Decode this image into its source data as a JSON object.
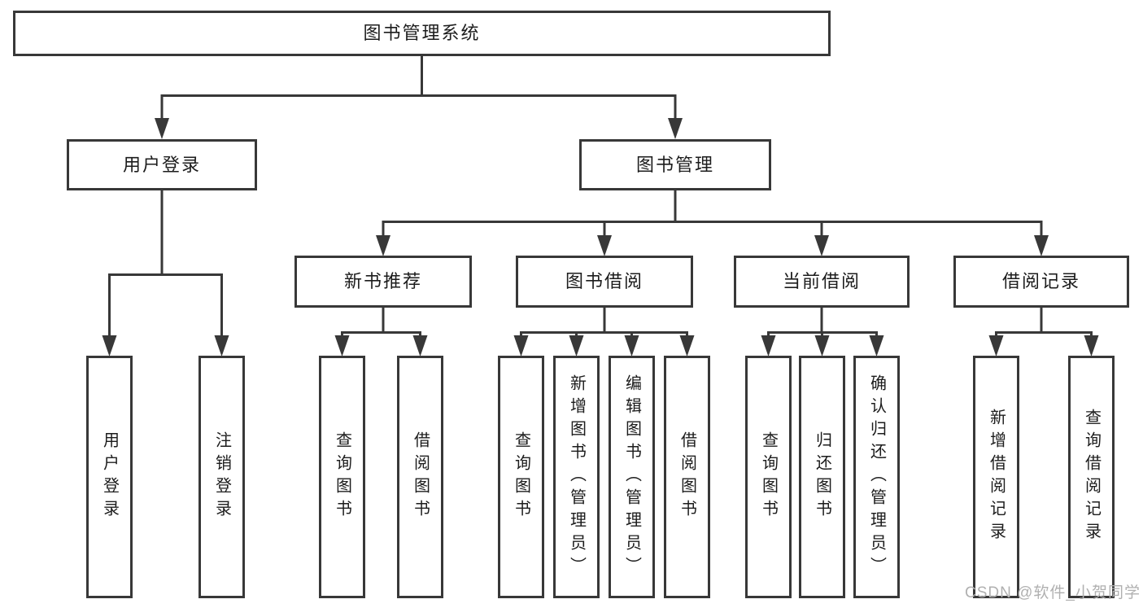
{
  "tree": {
    "label": "图书管理系统",
    "children": [
      {
        "label": "用户登录",
        "children": [
          {
            "label": "用户登录"
          },
          {
            "label": "注销登录"
          }
        ]
      },
      {
        "label": "图书管理",
        "children": [
          {
            "label": "新书推荐",
            "children": [
              {
                "label": "查询图书"
              },
              {
                "label": "借阅图书"
              }
            ]
          },
          {
            "label": "图书借阅",
            "children": [
              {
                "label": "查询图书"
              },
              {
                "label": "新增图书（管理员）"
              },
              {
                "label": "编辑图书（管理员）"
              },
              {
                "label": "借阅图书"
              }
            ]
          },
          {
            "label": "当前借阅",
            "children": [
              {
                "label": "查询图书"
              },
              {
                "label": "归还图书"
              },
              {
                "label": "确认归还（管理员）"
              }
            ]
          },
          {
            "label": "借阅记录",
            "children": [
              {
                "label": "新增借阅记录"
              },
              {
                "label": "查询借阅记录"
              }
            ]
          }
        ]
      }
    ]
  },
  "watermark": {
    "text": "CSDN @软件_小贺同学"
  },
  "colors": {
    "line": "#383838",
    "text": "#1c1c1c",
    "watermark": "#b0b0b0",
    "bg": "#ffffff"
  }
}
